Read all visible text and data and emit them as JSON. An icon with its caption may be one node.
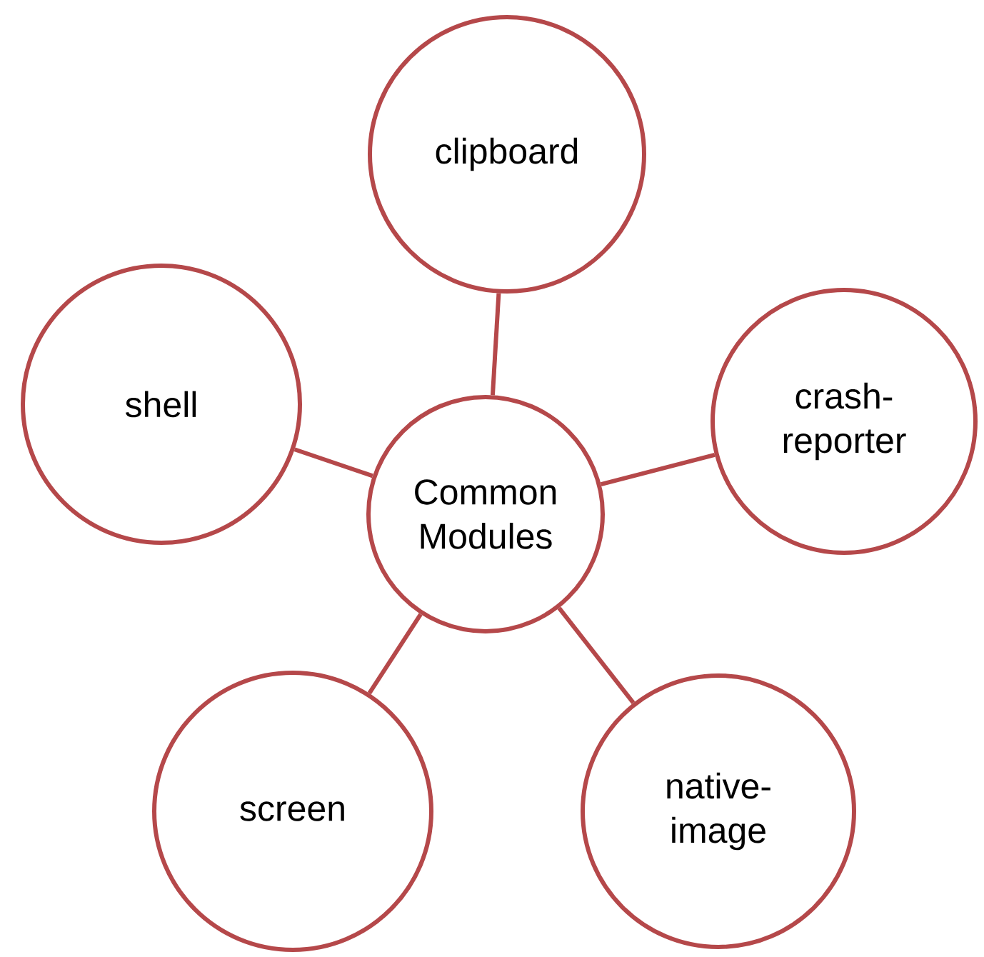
{
  "diagram": {
    "nodes": [
      {
        "text": [
          "clipboard"
        ]
      },
      {
        "text": [
          "shell"
        ]
      },
      {
        "text": [
          "crash-reporter"
        ]
      },
      {
        "text": [
          "Common Modules"
        ]
      },
      {
        "text": [
          "screen"
        ]
      },
      {
        "text": [
          "native-image"
        ]
      }
    ],
    "edges": [
      {
        "from": 3,
        "to": 0,
        "arrow": "none"
      },
      {
        "from": 3,
        "to": 1,
        "arrow": "none"
      },
      {
        "from": 3,
        "to": 2,
        "arrow": "none"
      },
      {
        "from": 3,
        "to": 4,
        "arrow": "none"
      },
      {
        "from": 3,
        "to": 5,
        "arrow": "none"
      }
    ]
  }
}
